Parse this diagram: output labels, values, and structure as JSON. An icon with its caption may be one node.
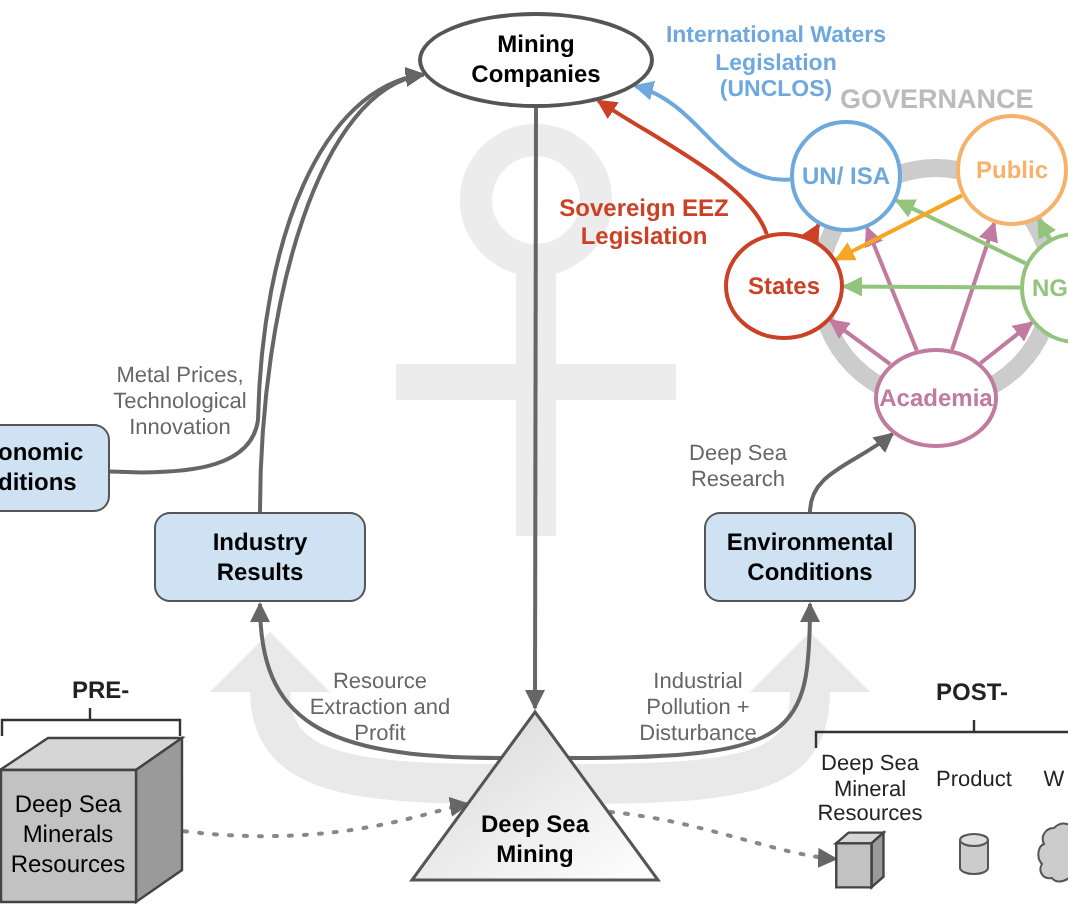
{
  "diagram": {
    "nodes": [
      {
        "text": [
          "Mining Companies"
        ]
      },
      {
        "text": [
          "UN/ ISA"
        ]
      },
      {
        "text": [
          "Public"
        ]
      },
      {
        "text": [
          "States"
        ]
      },
      {
        "text": [
          "NG"
        ]
      },
      {
        "text": [
          "Academia"
        ]
      },
      {
        "text": [
          "onomic ditions"
        ]
      },
      {
        "text": [
          "Industry Results"
        ]
      },
      {
        "text": [
          "Environmental Conditions"
        ]
      },
      {
        "text": [
          "Deep Sea Mining"
        ]
      },
      {
        "text": [
          "Deep Sea Minerals Resources"
        ]
      },
      {
        "text": [],
        "shape": "box",
        "beside": [
          "Deep Sea Mineral Resources"
        ]
      },
      {
        "text": [],
        "shape": "cylinder",
        "beside": [
          "Product"
        ]
      },
      {
        "text": [],
        "shape": "cloud",
        "beside": [
          "W"
        ]
      }
    ],
    "edges": [
      {
        "from": 1,
        "to": 0,
        "arrow": "to",
        "label": "International Waters Legislation (UNCLOS)",
        "color": "#6fa8dc"
      },
      {
        "from": 3,
        "to": 0,
        "arrow": "to",
        "label": "Sovereign EEZ Legislation",
        "color": "#cc4125"
      },
      {
        "from": 5,
        "to": 1,
        "arrow": "to",
        "color": "#c27ba0"
      },
      {
        "from": 5,
        "to": 3,
        "arrow": "to",
        "color": "#c27ba0"
      },
      {
        "from": 5,
        "to": 2,
        "arrow": "to",
        "color": "#c27ba0"
      },
      {
        "from": 5,
        "to": 4,
        "arrow": "to",
        "color": "#c27ba0"
      },
      {
        "from": 4,
        "to": 1,
        "arrow": "to",
        "color": "#93c47d"
      },
      {
        "from": 4,
        "to": 3,
        "arrow": "to",
        "color": "#93c47d"
      },
      {
        "from": 4,
        "to": 2,
        "arrow": "to",
        "color": "#93c47d"
      },
      {
        "from": 2,
        "to": 3,
        "arrow": "to",
        "color": "#f6a623"
      },
      {
        "from": 3,
        "to": 1,
        "arrow": "to",
        "color": "#cc4125"
      },
      {
        "from": 6,
        "to": 0,
        "arrow": "to",
        "label": "Metal Prices, Technological Innovation"
      },
      {
        "from": 7,
        "to": 0,
        "arrow": "to"
      },
      {
        "from": 0,
        "to": 9,
        "arrow": "to"
      },
      {
        "from": 9,
        "to": 7,
        "arrow": "to",
        "label": "Resource Extraction and Profit"
      },
      {
        "from": 9,
        "to": 8,
        "arrow": "to",
        "label": "Industrial Pollution + Disturbance"
      },
      {
        "from": 8,
        "to": 5,
        "arrow": "to",
        "label": "Deep Sea Research"
      },
      {
        "from": 10,
        "to": 9,
        "arrow": "to",
        "style": "dashed"
      },
      {
        "from": 9,
        "to": 11,
        "arrow": "to",
        "style": "dashed"
      }
    ],
    "labels": [
      "GOVERNANCE",
      "PRE-",
      "POST-"
    ]
  }
}
